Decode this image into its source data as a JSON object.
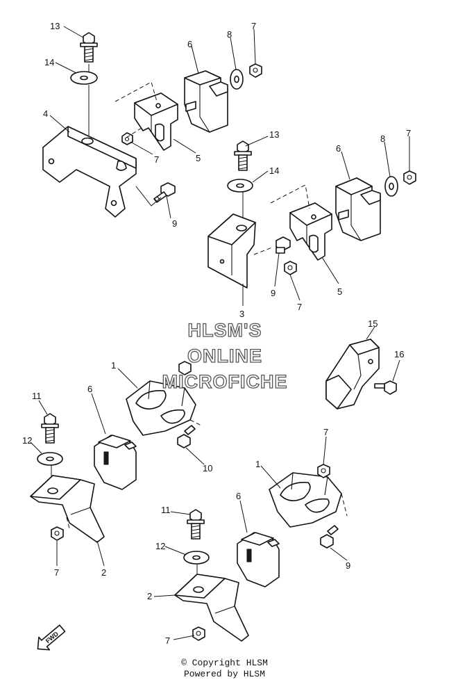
{
  "callouts": {
    "c13a": "13",
    "c14a": "14",
    "c4": "4",
    "c6a": "6",
    "c8a": "8",
    "c7a": "7",
    "c7b": "7",
    "c5a": "5",
    "c9a": "9",
    "c13b": "13",
    "c14b": "14",
    "c6b": "6",
    "c8b": "8",
    "c7c": "7",
    "c9b": "9",
    "c7d": "7",
    "c5b": "5",
    "c3": "3",
    "c15": "15",
    "c16": "16",
    "c1a": "1",
    "c6c": "6",
    "c11a": "11",
    "c12a": "12",
    "c10": "10",
    "c7e": "7",
    "c2a": "2",
    "c7f": "7",
    "c1b": "1",
    "c6d": "6",
    "c11b": "11",
    "c12b": "12",
    "c9c": "9",
    "c2b": "2",
    "c7g": "7"
  },
  "watermark": {
    "line1": "HLSM'S",
    "line2": "ONLINE",
    "line3": "MICROFICHE"
  },
  "fwd_label": "FWD",
  "footer": {
    "copyright": "© Copyright HLSM",
    "powered": "Powered by HLSM"
  }
}
